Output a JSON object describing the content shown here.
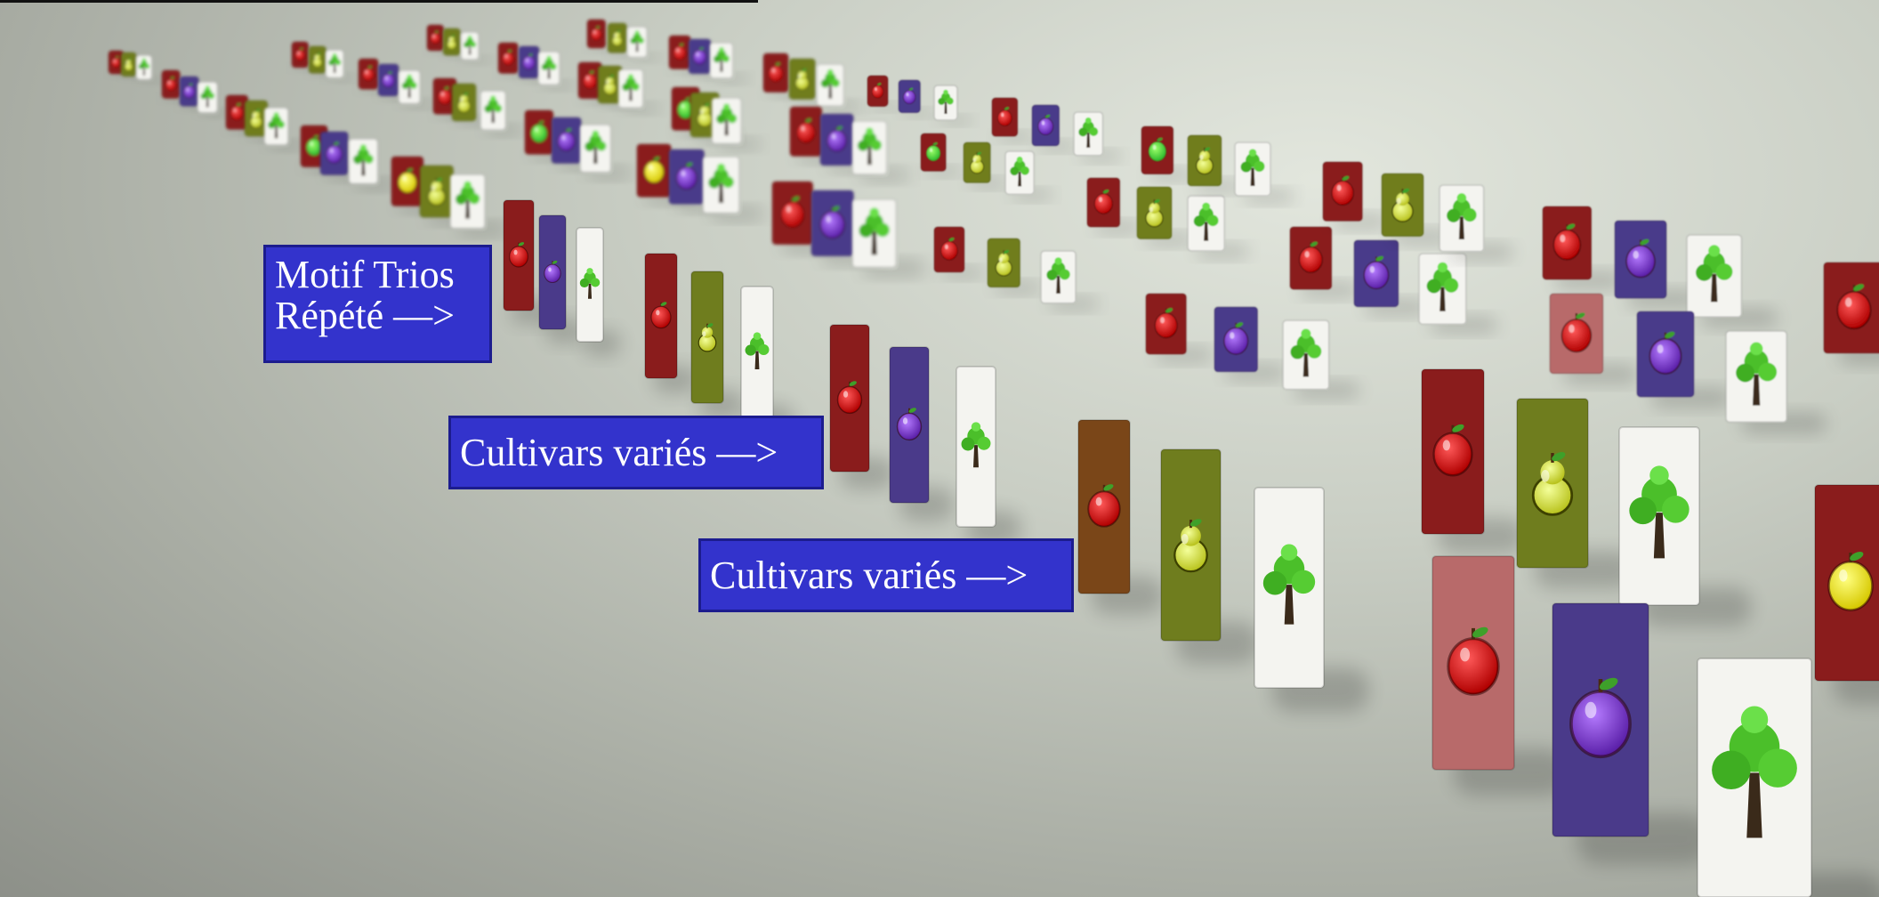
{
  "annotations": [
    {
      "id": "motif",
      "lines": [
        "Motif Trios",
        "Répété —>"
      ]
    },
    {
      "id": "cultivars1",
      "lines": [
        "Cultivars variés —>"
      ]
    },
    {
      "id": "cultivars2",
      "lines": [
        "Cultivars variés —>"
      ]
    }
  ],
  "colors": {
    "label_background": "#3333cc",
    "label_text": "#ffffff",
    "card_red": "#8a1c1c",
    "card_purple": "#4a3a8a",
    "card_olive": "#6f7d1e",
    "card_white": "#f4f4f0",
    "card_pink": "#b86a6a",
    "card_brown": "#7a4618"
  },
  "card_icons": [
    "apple-icon",
    "plum-icon",
    "pear-icon",
    "tree-icon"
  ]
}
